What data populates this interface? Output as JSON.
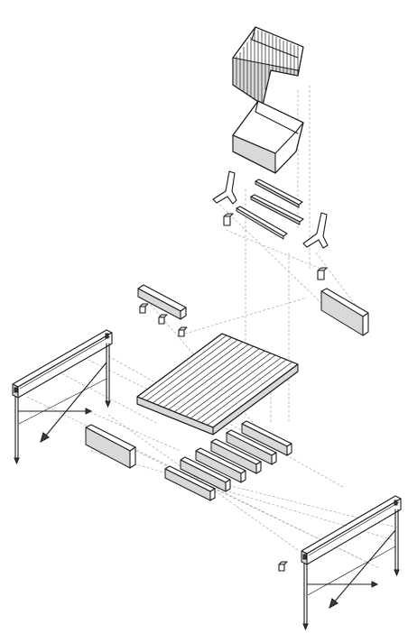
{
  "colors": {
    "background": "#ffffff",
    "ink": "#1b1b1b",
    "projection_lines": "#9a9a9a",
    "shading": "#d9d9d9"
  },
  "components": [
    "folded-slat-canopy",
    "folded-panel",
    "y-brackets",
    "crossbars",
    "foot-blocks",
    "slatted-deck",
    "short-beams",
    "joist-set",
    "side-rails",
    "stake-frames"
  ]
}
